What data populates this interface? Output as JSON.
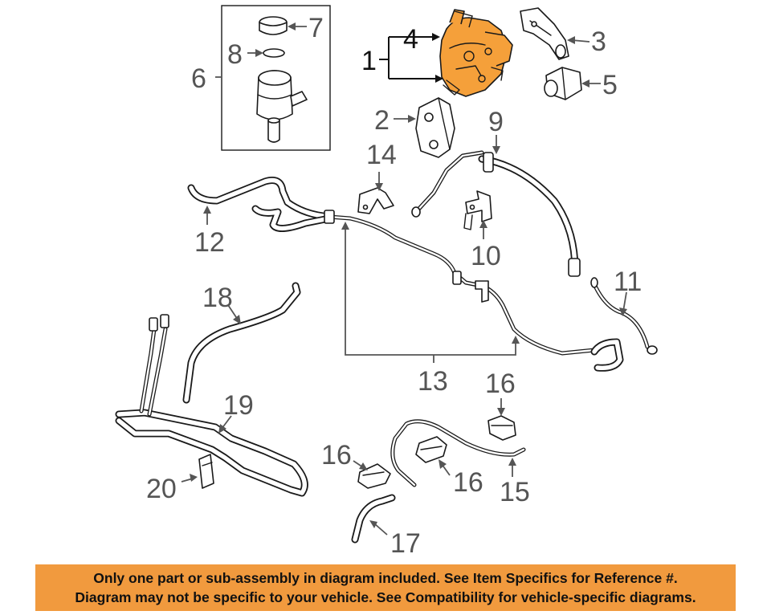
{
  "diagram": {
    "callouts": [
      {
        "id": "1",
        "label": "1"
      },
      {
        "id": "2",
        "label": "2"
      },
      {
        "id": "3",
        "label": "3"
      },
      {
        "id": "4",
        "label": "4"
      },
      {
        "id": "5",
        "label": "5"
      },
      {
        "id": "6",
        "label": "6"
      },
      {
        "id": "7",
        "label": "7"
      },
      {
        "id": "8",
        "label": "8"
      },
      {
        "id": "9",
        "label": "9"
      },
      {
        "id": "10",
        "label": "10"
      },
      {
        "id": "11",
        "label": "11"
      },
      {
        "id": "12",
        "label": "12"
      },
      {
        "id": "13",
        "label": "13"
      },
      {
        "id": "14",
        "label": "14"
      },
      {
        "id": "15",
        "label": "15"
      },
      {
        "id": "16a",
        "label": "16"
      },
      {
        "id": "16b",
        "label": "16"
      },
      {
        "id": "16c",
        "label": "16"
      },
      {
        "id": "17",
        "label": "17"
      },
      {
        "id": "18",
        "label": "18"
      },
      {
        "id": "19",
        "label": "19"
      },
      {
        "id": "20",
        "label": "20"
      }
    ],
    "highlight_color": "#f5a03a",
    "line_color": "#1a1a1a",
    "label_color": "#555555"
  },
  "notice": {
    "line1": "Only one part or sub-assembly in diagram included. See Item Specifics for Reference #.",
    "line2": "Diagram may not be specific to your vehicle. See Compatibility for vehicle-specific diagrams.",
    "background": "#f19a3e"
  }
}
